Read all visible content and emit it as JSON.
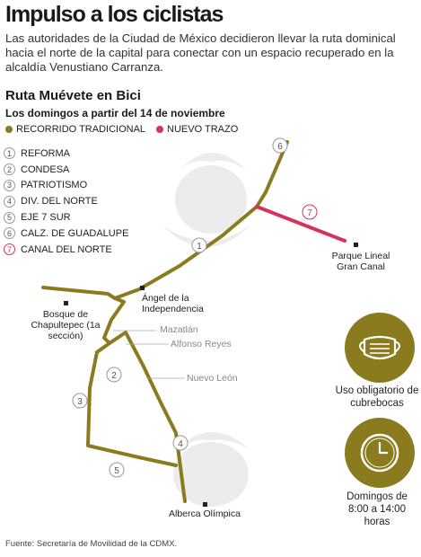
{
  "header": {
    "title": "Impulso a los ciclistas",
    "intro": "Las autoridades de la Ciudad de México decidieron llevar la ruta dominical hacia el norte de la capital para conectar con un espacio recuperado en la alcaldía Venustiano Carranza."
  },
  "route": {
    "title": "Ruta Muévete en Bici",
    "subtitle": "Los domingos a partir del 14 de noviembre"
  },
  "legend": {
    "traditional": {
      "label": "RECORRIDO TRADICIONAL",
      "color": "#8a7b1f"
    },
    "new": {
      "label": "NUEVO TRAZO",
      "color": "#d6335a"
    }
  },
  "stops": [
    {
      "num": "1",
      "label": "REFORMA"
    },
    {
      "num": "2",
      "label": "CONDESA"
    },
    {
      "num": "3",
      "label": "PATRIOTISMO"
    },
    {
      "num": "4",
      "label": "DIV. DEL NORTE"
    },
    {
      "num": "5",
      "label": "EJE 7 SUR"
    },
    {
      "num": "6",
      "label": "CALZ. DE GUADALUPE"
    },
    {
      "num": "7",
      "label": "CANAL DEL NORTE"
    }
  ],
  "places": {
    "parque": "Parque Lineal Gran Canal",
    "angel": "Ángel de la Independencia",
    "bosque": "Bosque de Chapultepec (1a sección)",
    "mazatlan": "Mazatlán",
    "alfonso": "Alfonso Reyes",
    "nuevo_leon": "Nuevo León",
    "alberca": "Alberca Olímpica"
  },
  "info": {
    "mask": "Uso obligatorio de cubrebocas",
    "schedule": "Domingos de 8:00 a 14:00 horas"
  },
  "source": "Fuente: Secretaría de Movilidad de la CDMX."
}
